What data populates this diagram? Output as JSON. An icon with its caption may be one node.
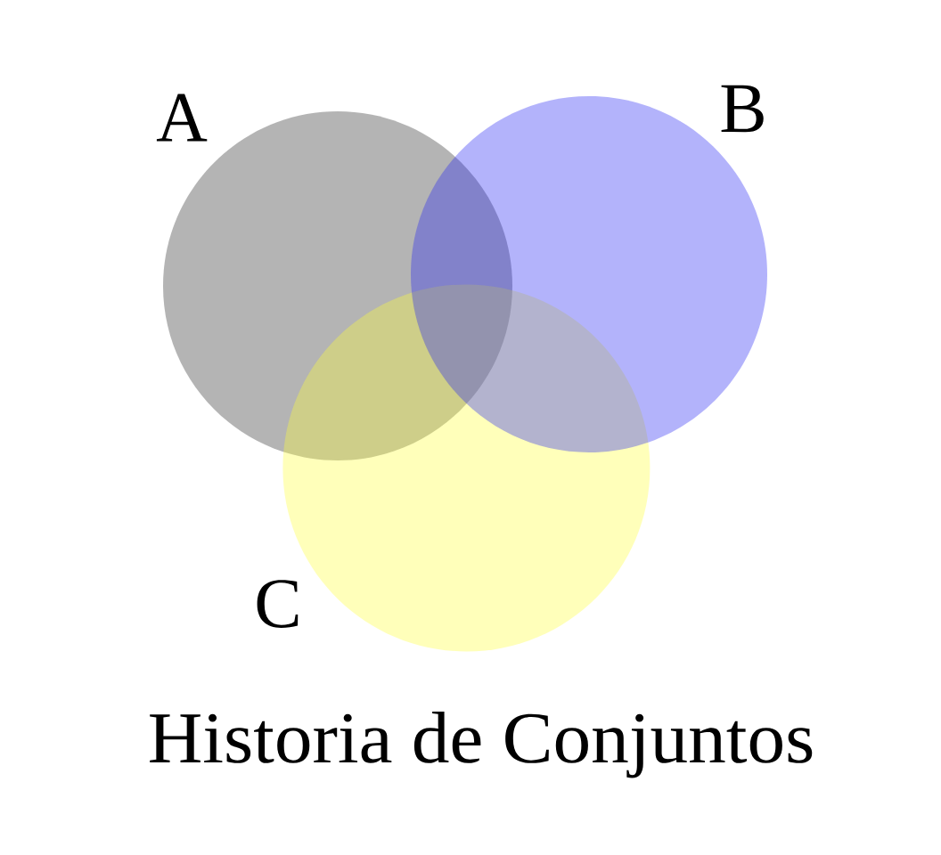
{
  "diagram": {
    "caption": "Historia de Conjuntos",
    "nodes": [
      {
        "text": [
          "A"
        ]
      },
      {
        "text": [
          "B"
        ]
      },
      {
        "text": [
          "C"
        ]
      }
    ]
  }
}
